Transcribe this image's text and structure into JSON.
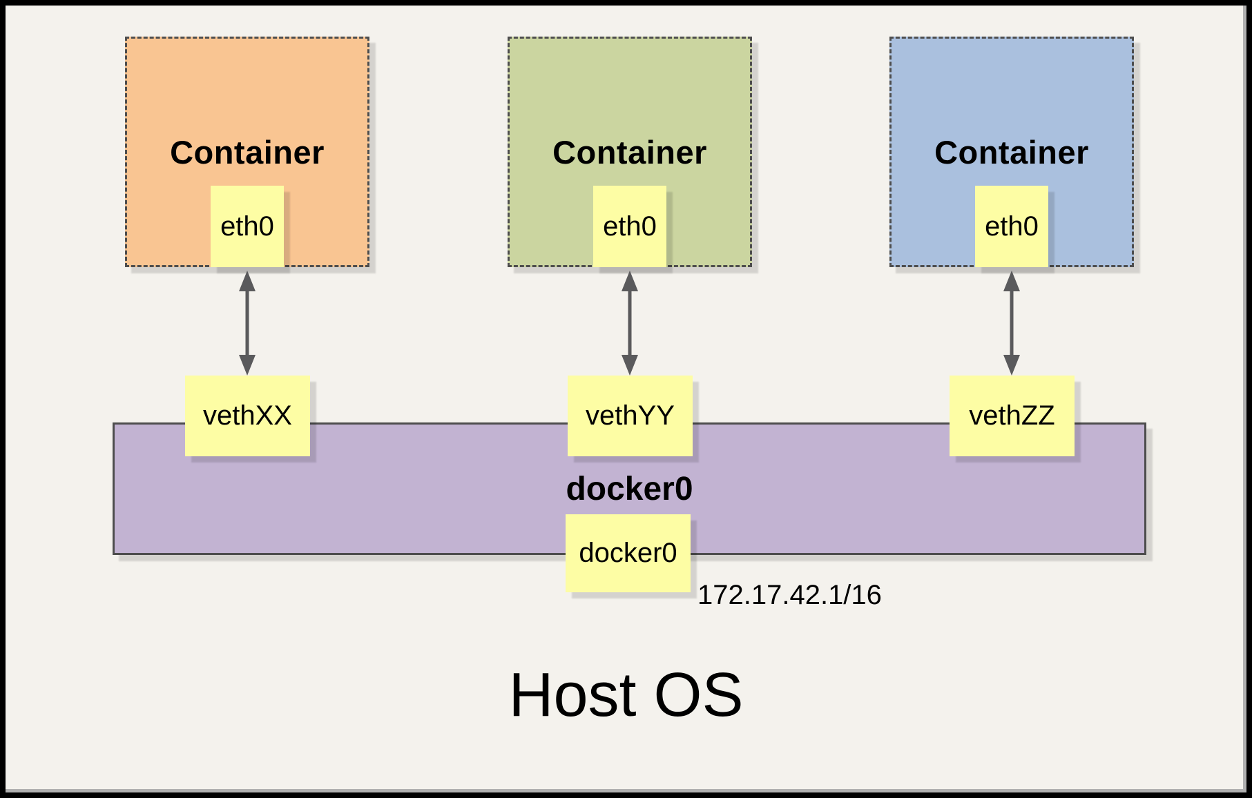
{
  "diagram": {
    "containers": [
      {
        "label": "Container",
        "interface": "eth0",
        "fill": "#F9C592"
      },
      {
        "label": "Container",
        "interface": "eth0",
        "fill": "#CBD5A0"
      },
      {
        "label": "Container",
        "interface": "eth0",
        "fill": "#AAC0DE"
      }
    ],
    "veth_interfaces": [
      "vethXX",
      "vethYY",
      "vethZZ"
    ],
    "bridge": {
      "label": "docker0",
      "interface": "docker0",
      "ip": "172.17.42.1/16"
    },
    "host_os": "Host OS",
    "icons": {
      "connector": "double-headed-vertical-arrow"
    },
    "colors": {
      "background": "#F4F2ED",
      "interface_fill": "#FDFDA4",
      "border_gray": "#4D4D4D",
      "arrow_gray": "#5A5A5C",
      "container_1_fill": "#F9C592",
      "container_2_fill": "#CBD5A0",
      "container_3_fill": "#AAC0DE",
      "bridge_fill": "#C2B3D2"
    }
  }
}
